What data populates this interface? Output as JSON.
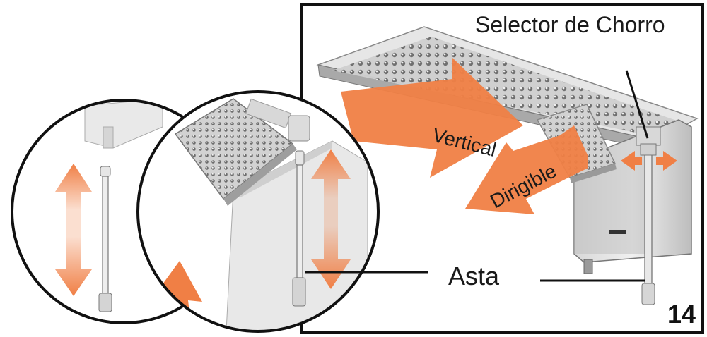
{
  "labels": {
    "selector": "Selector de Chorro",
    "vertical": "Vertical",
    "dirigible": "Dirigible",
    "asta": "Asta",
    "page_number": "14"
  },
  "colors": {
    "arrow_orange": "#f07f45",
    "frame": "#111111",
    "device_gray": "#bdbdbd",
    "device_dark": "#6e6e6e"
  }
}
